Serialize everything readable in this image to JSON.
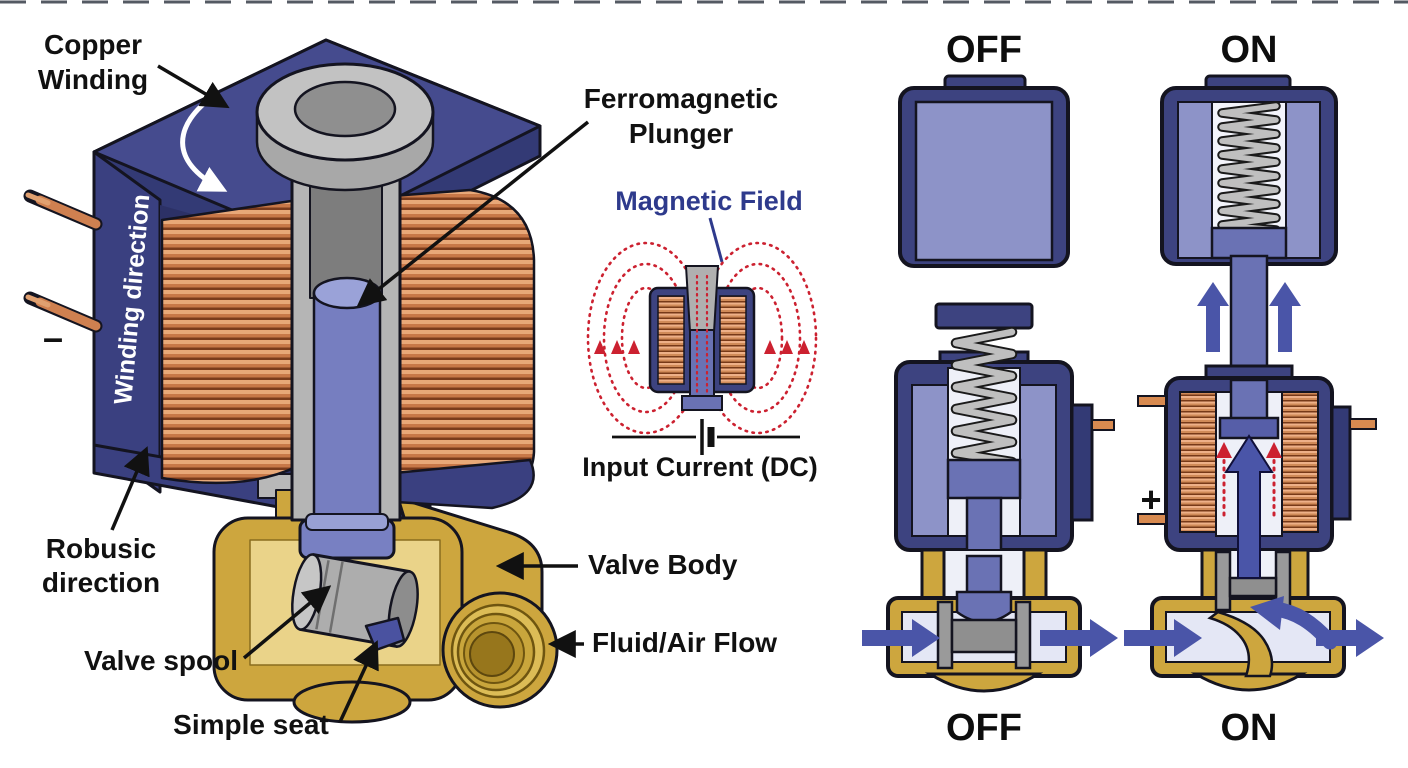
{
  "main_diagram": {
    "labels": {
      "copper_winding_line1": "Copper",
      "copper_winding_line2": "Winding",
      "winding_direction": "Winding direction",
      "minus_sign": "–",
      "robusic_line1": "Robusic",
      "robusic_line2": "direction",
      "valve_spool": "Valve spool",
      "simple_seat": "Simple seat",
      "ferromagnetic_line1": "Ferromagnetic",
      "ferromagnetic_line2": "Plunger",
      "valve_body": "Valve Body",
      "fluid_air_flow": "Fluid/Air Flow"
    }
  },
  "field_diagram": {
    "title": "Magnetic Field",
    "caption": "Input Current (DC)"
  },
  "states_panel": {
    "off_title_top": "OFF",
    "on_title_top": "ON",
    "off_label_bottom": "OFF",
    "on_label_bottom": "ON",
    "plus_sign": "+"
  },
  "colors": {
    "housing_navy": "#3d4380",
    "housing_navy_dark": "#2c3166",
    "liner_periwinkle": "#8d93c8",
    "plunger_blue": "#6a72b4",
    "copper_base": "#c87848",
    "copper_light": "#e8a878",
    "brass_gold": "#cda63e",
    "flow_arrow_blue": "#4a55a8",
    "field_line_red": "#cc2130",
    "magnetic_field_text": "#2e3a8c",
    "spring_gray": "#bfbfbf",
    "spool_gray": "#adadad"
  }
}
